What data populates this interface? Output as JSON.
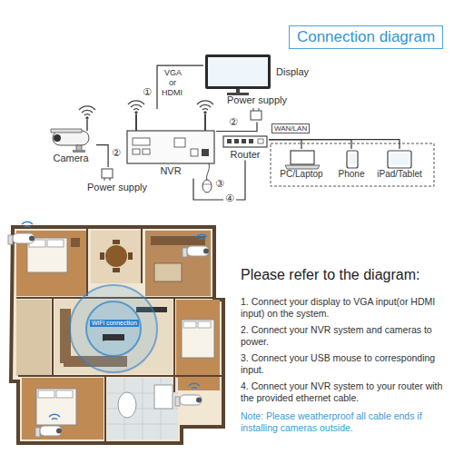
{
  "diagram": {
    "title": "Connection diagram",
    "nodes": [
      {
        "text": [
          "Display"
        ]
      },
      {
        "text": [
          "Camera"
        ]
      },
      {
        "text": [
          "NVR"
        ]
      },
      {
        "text": [
          "Power supply"
        ]
      },
      {
        "text": [
          "Router"
        ]
      },
      {
        "text": [
          "Power supply"
        ]
      },
      {
        "text": [
          "PC/Laptop"
        ]
      },
      {
        "text": [
          "Phone"
        ]
      },
      {
        "text": [
          "iPad/Tablet"
        ]
      }
    ],
    "edges": [
      {
        "from": 2,
        "to": 0,
        "arrow": "none"
      },
      {
        "from": 1,
        "to": 5,
        "arrow": "none"
      },
      {
        "from": 2,
        "to": 3,
        "arrow": "none"
      },
      {
        "from": 2,
        "to": 4,
        "arrow": "none"
      },
      {
        "from": 4,
        "to": 6,
        "arrow": "none"
      },
      {
        "from": 4,
        "to": 7,
        "arrow": "none"
      },
      {
        "from": 4,
        "to": 8,
        "arrow": "none"
      }
    ],
    "labels": [
      "VGA",
      "or",
      "HDMI",
      "①",
      "②",
      "②",
      "③",
      "④",
      "WAN/LAN",
      "WiFi connection",
      "Please refer to the diagram:",
      "1. Connect your display to VGA input(or HDMI input) on the system.",
      "2. Connect your NVR system and cameras to power.",
      "3. Connect your USB mouse to corresponding input.",
      "4. Connect your NVR system to your router with the provided ethernet cable.",
      "Note: Please weatherproof all cable ends if installing cameras outside."
    ]
  }
}
